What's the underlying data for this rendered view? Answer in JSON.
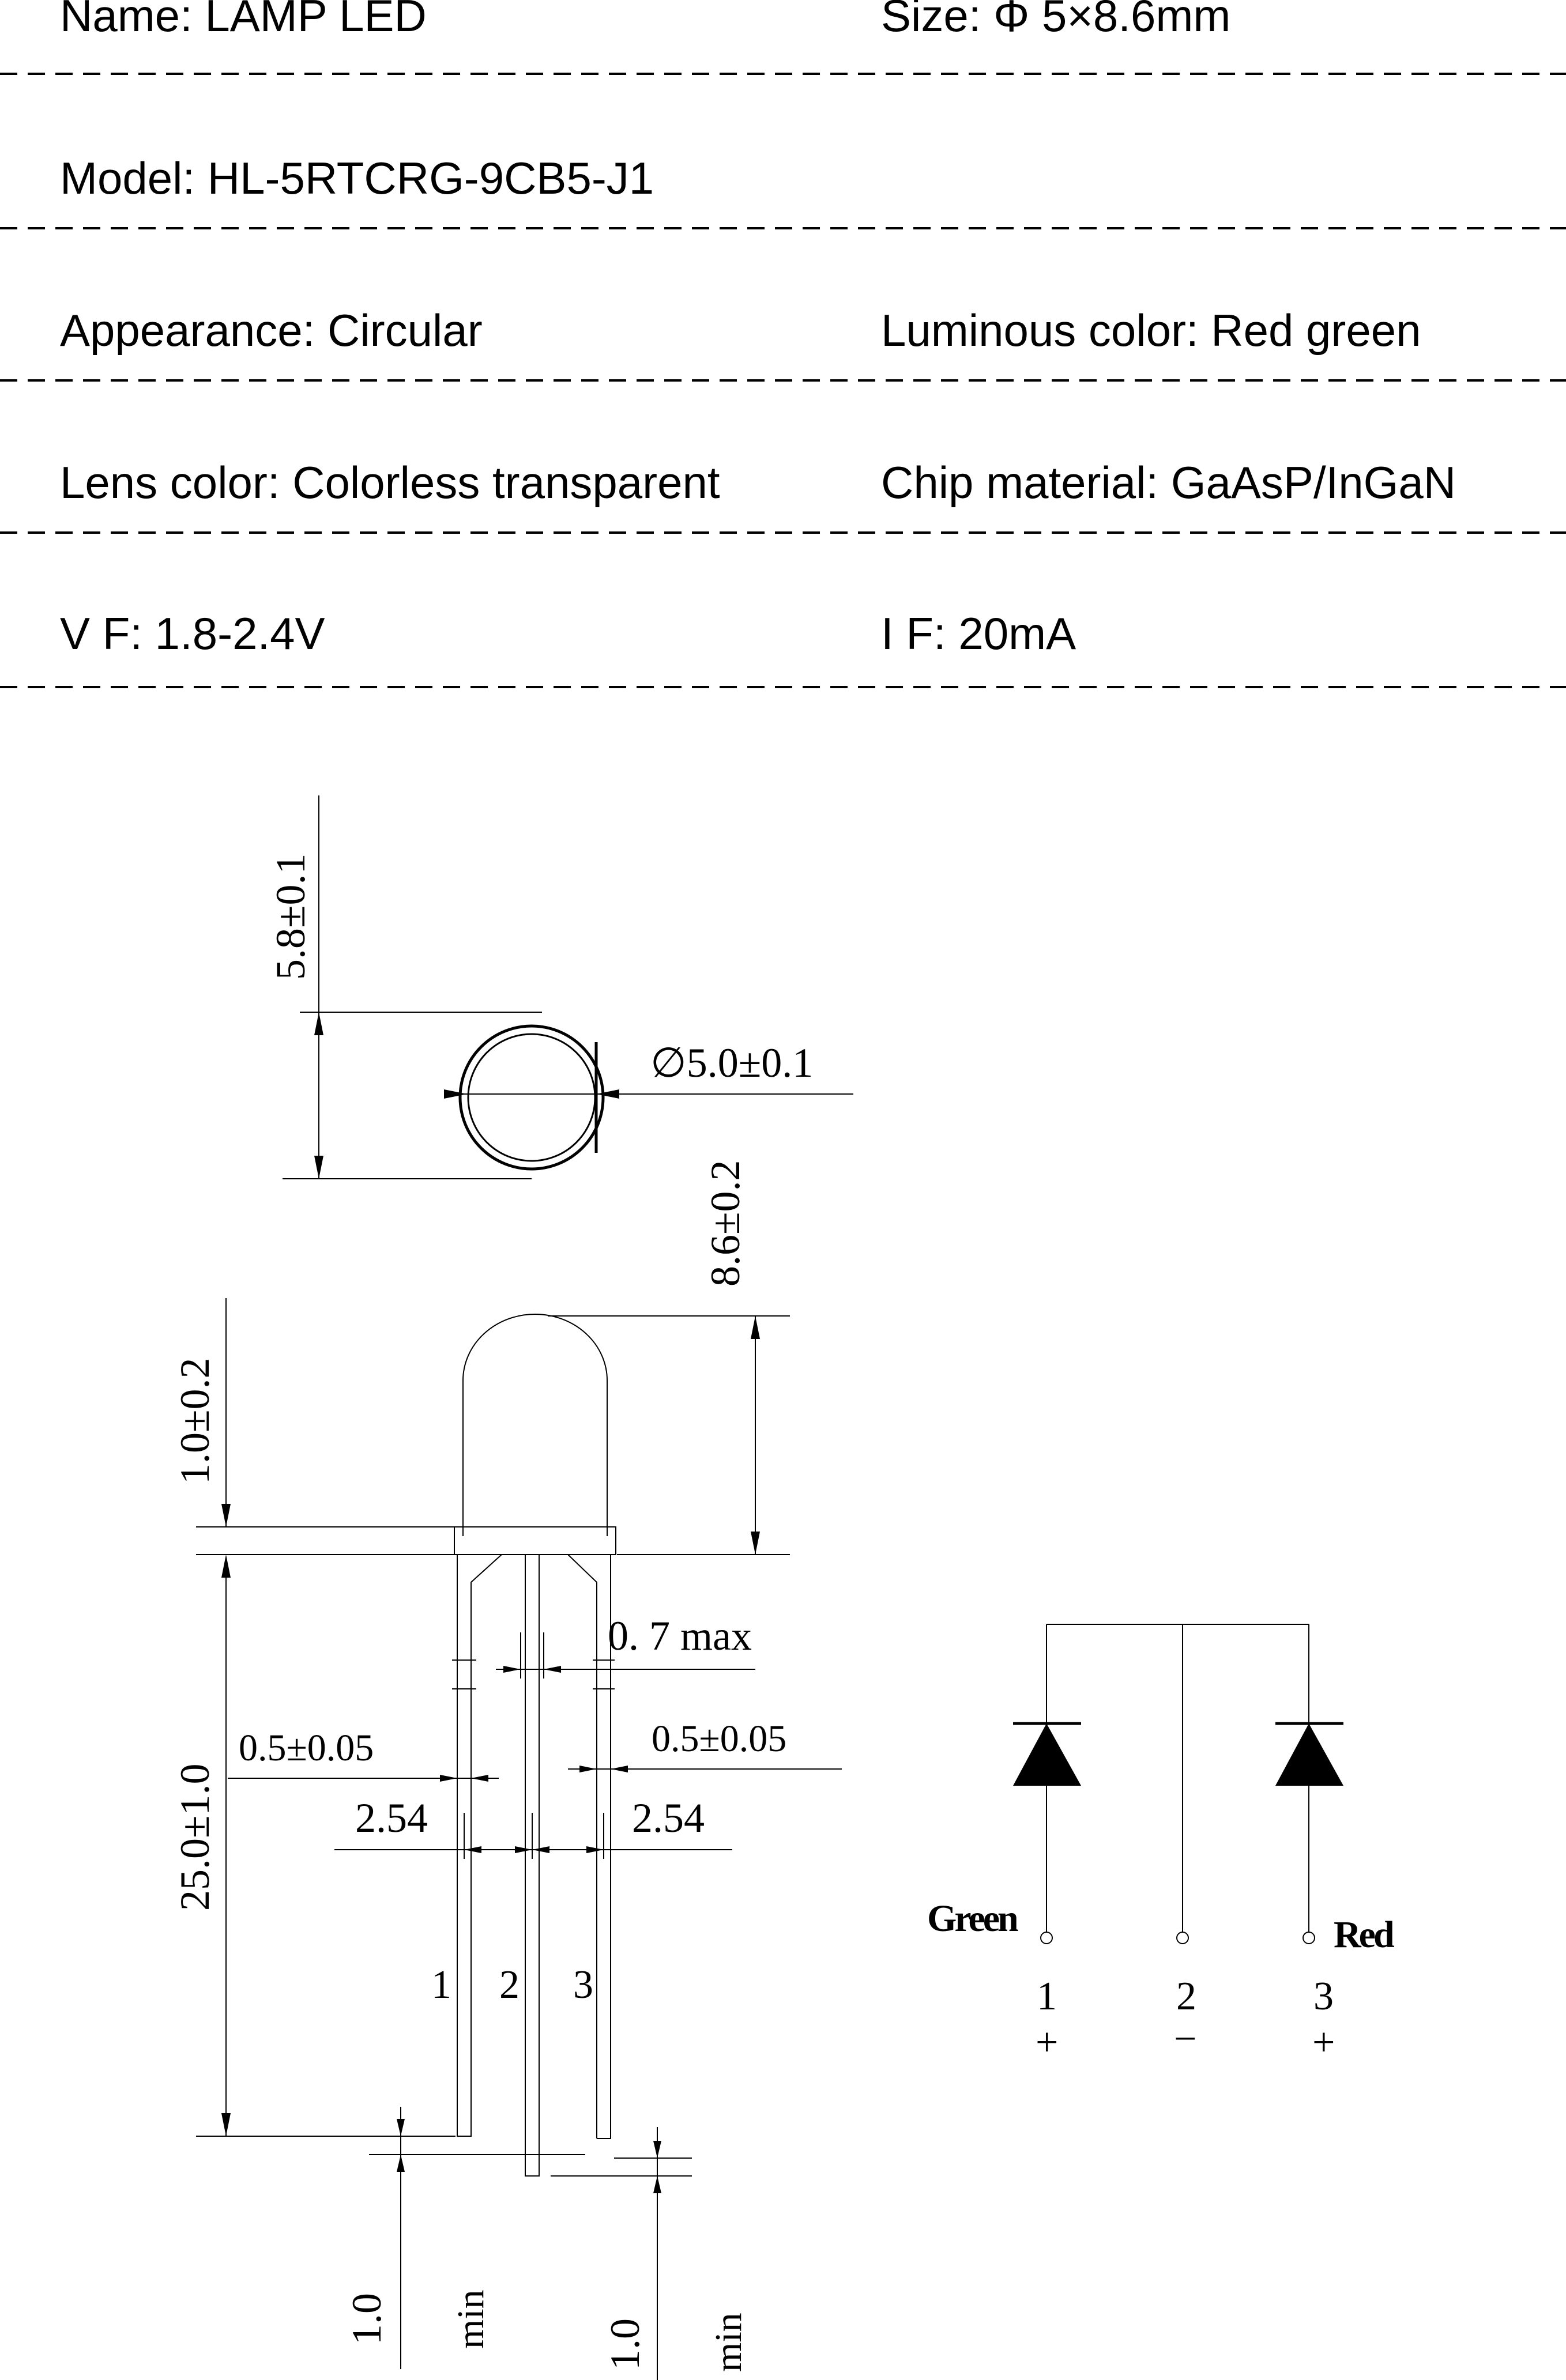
{
  "specs": {
    "name": "Name: LAMP LED",
    "size": "Size: Φ 5×8.6mm",
    "model": "Model: HL-5RTCRG-9CB5-J1",
    "appearance": "Appearance: Circular",
    "luminous_color": "Luminous color: Red  green",
    "lens_color": "Lens color: Colorless transparent",
    "chip_material": "Chip material: GaAsP/InGaN",
    "vf": "V F: 1.8-2.4V",
    "if": "I F: 20mA"
  },
  "dimensions": {
    "top_height": "5.8±0.1",
    "diameter": "∅5.0±0.1",
    "total_height": "8.6±0.2",
    "flange": "1.0±0.2",
    "lead_width_max": "0. 7 max",
    "lead_width_left": "0.5±0.05",
    "lead_width_right": "0.5±0.05",
    "pitch_left": "2.54",
    "pitch_right": "2.54",
    "lead_length": "25.0±1.0",
    "lead_diff_left": "1.0",
    "lead_diff_left_min": "min",
    "lead_diff_right": "1.0",
    "lead_diff_right_min": "min"
  },
  "pins": {
    "p1": "1",
    "p2": "2",
    "p3": "3"
  },
  "schematic": {
    "green_label": "Green",
    "red_label": "Red",
    "pin1": "1",
    "pin2": "2",
    "pin3": "3",
    "pol1": "+",
    "pol2": "−",
    "pol3": "+"
  }
}
